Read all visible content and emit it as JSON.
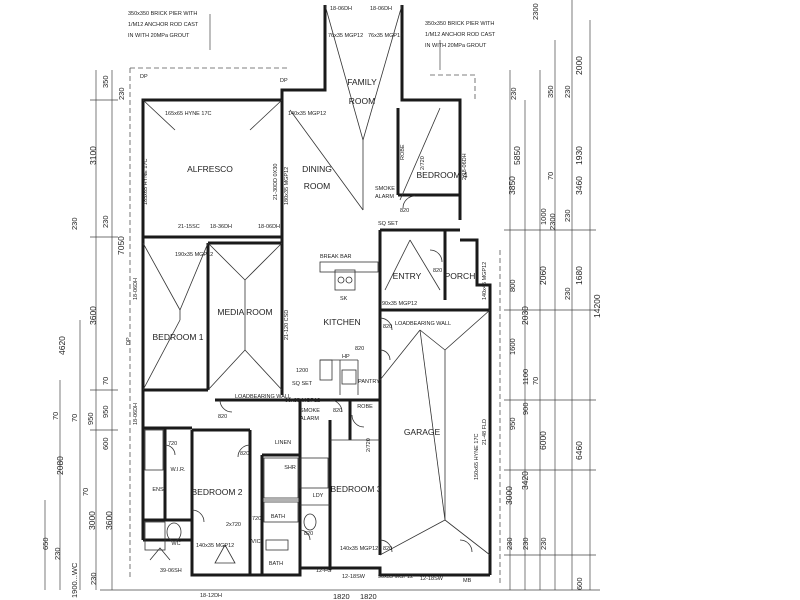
{
  "rooms": {
    "family": [
      "FAMILY",
      "ROOM"
    ],
    "alfresco": "ALFRESCO",
    "dining": [
      "DINING",
      "ROOM"
    ],
    "bedroom4": "BEDROOM 4",
    "media": "MEDIA ROOM",
    "bedroom1": "BEDROOM 1",
    "entry": "ENTRY",
    "porch": "PORCH",
    "kitchen": "KITCHEN",
    "pantry": "PANTRY",
    "garage": "GARAGE",
    "bedroom2": "BEDROOM 2",
    "bedroom3": "BEDROOM 3",
    "linen": "LINEN",
    "bath": "BATH",
    "ldy": "LDY",
    "ens": "ENS",
    "wir": "W.I.R.",
    "robe": "ROBE",
    "shr": "SHR",
    "wc": "WC",
    "vic": "VIC",
    "bath_small": "BATH"
  },
  "notes": {
    "pier_left": [
      "350x350 BRICK PIER WITH",
      "1/M12 ANCHOR ROD CAST",
      "IN WITH 20MPa GROUT"
    ],
    "pier_right": [
      "350x350 BRICK PIER WITH",
      "1/M12 ANCHOR ROD CAST",
      "IN WITH 20MPa GROUT"
    ],
    "break_bar": "BREAK BAR",
    "load_wall_1": "LOADBEARING WALL",
    "load_wall_2": "LOADBEARING WALL",
    "smoke_1": [
      "SMOKE",
      "ALARM"
    ],
    "smoke_2": [
      "SMOKE",
      "ALARM"
    ],
    "sq_set_1": "SQ SET",
    "sq_set_2": "SQ SET"
  },
  "labels": {
    "beam_family_1": "18-06DH",
    "beam_family_2": "18-06DH",
    "lintel_family_1": "76x35 MGP12",
    "lintel_family_2": "76x35 MGP12",
    "alfresco_beam": "165x65 HYNE 17C",
    "alfresco_post": "185x65 HYNE 17C",
    "dining_beam": "140x35 MGP12",
    "dining_vert": "21-30DD 0X30",
    "dining_vert2": "180x35 MGP12",
    "alfresco_w1": "21-15SC",
    "alfresco_w2": "18-36DH",
    "alfresco_w3": "18-06DH",
    "robe_b4": "ROBE",
    "door_b4": "2/720",
    "window_b4": "2/18-06DH",
    "media_beam": "190x35 MGP12",
    "bed1_w": "18-06DH",
    "media_w": "21-120 CSD",
    "d820a": "820",
    "d820b": "820",
    "d820c": "820",
    "d820d": "820",
    "d820e": "820",
    "d820f": "820",
    "d820g": "820",
    "d820h": "820",
    "d820i": "820",
    "d720": "720",
    "sk": "SK",
    "hp": "HP",
    "win_1200": "1200",
    "porch_beam": "140x45 MGP12",
    "entry_beam": "90x35 MGP12",
    "garage_beam": "150x65 HYNE 17C",
    "garage_flo": "21-48 FLD",
    "bed3_w": "140x35 MGP12",
    "bed3_door": "2/720",
    "bed2_w": "140x35 MGP12",
    "bed2_door": "2x720",
    "bath_door": "720",
    "bed1_lower_w": "18-06DH",
    "bath_w": "90x35 MGP12",
    "bottom_w1": "39-06SH",
    "bottom_w2": "18-12DH",
    "bottom_w3": "12-18SW",
    "bottom_w4": "12-18SW",
    "bottom_w5": "90x35 MGP12",
    "bottom_w6": "MB",
    "dp1": "DP",
    "dp2": "DP",
    "dp3": "DP",
    "fg": "12-FG",
    "dimensions_left": [
      "350",
      "230",
      "3100",
      "230",
      "7050",
      "3600",
      "4620",
      "230",
      "70",
      "950",
      "70",
      "950",
      "70",
      "600",
      "2080",
      "70",
      "3000",
      "3600",
      "650",
      "230",
      "1900...WC",
      "230"
    ],
    "dimensions_right": [
      "2300",
      "230",
      "350",
      "230",
      "2000",
      "1930",
      "5850",
      "3460",
      "3850",
      "70",
      "1000",
      "2300",
      "230",
      "2060",
      "1680",
      "230",
      "14200",
      "800",
      "2030",
      "1600",
      "1100",
      "70",
      "900",
      "950",
      "3420",
      "6000",
      "6460",
      "3000",
      "230",
      "230",
      "230",
      "600"
    ],
    "dimensions_bottom": [
      "1820",
      "1820"
    ]
  }
}
